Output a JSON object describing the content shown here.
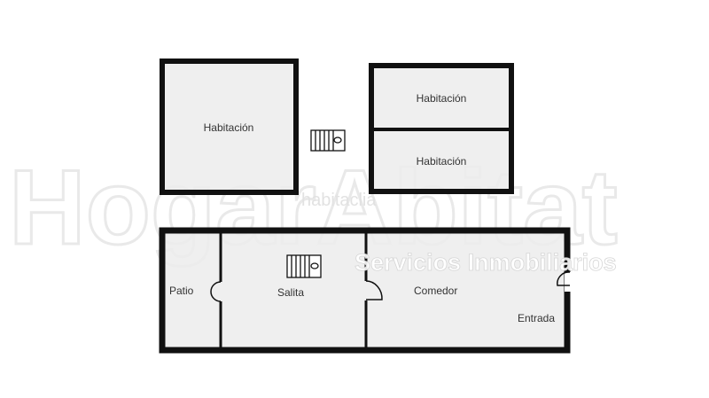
{
  "rooms": {
    "top_left": "Habitación",
    "top_right_upper": "Habitación",
    "top_right_lower": "Habitación",
    "patio": "Patio",
    "salita": "Salita",
    "comedor": "Comedor",
    "entrada": "Entrada"
  },
  "watermark": {
    "brand": "HogarAbitat",
    "tagline": "Servicios Inmobiliarios",
    "portal": "habitaclia"
  },
  "colors": {
    "wall": "#111111",
    "floor": "#ececec"
  }
}
